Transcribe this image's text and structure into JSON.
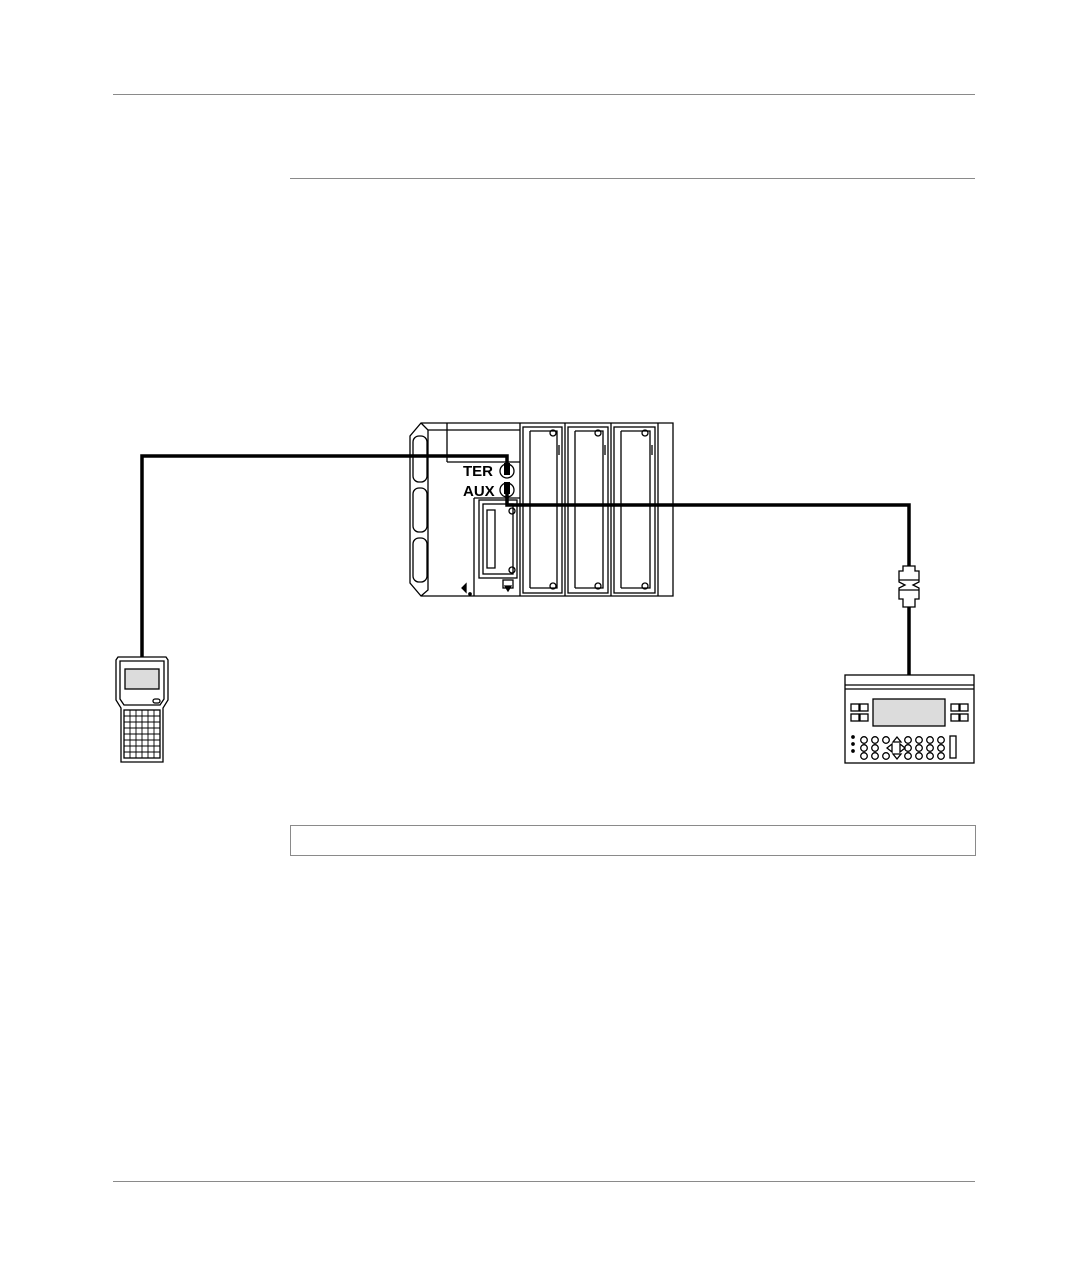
{
  "diagram": {
    "ports": {
      "ter_label": "TER",
      "aux_label": "AUX"
    },
    "nodes": [
      {
        "id": "plc-rack",
        "kind": "plc"
      },
      {
        "id": "handheld-terminal",
        "kind": "hand-held-terminal"
      },
      {
        "id": "operator-panel",
        "kind": "operator-panel"
      },
      {
        "id": "cable-adapter",
        "kind": "inline-connector"
      }
    ],
    "edges": [
      {
        "from": "handheld-terminal",
        "to": "plc-rack",
        "port": "TER"
      },
      {
        "from": "plc-rack",
        "to": "operator-panel",
        "port": "AUX",
        "via": "cable-adapter"
      }
    ]
  },
  "caption": {
    "text": ""
  }
}
